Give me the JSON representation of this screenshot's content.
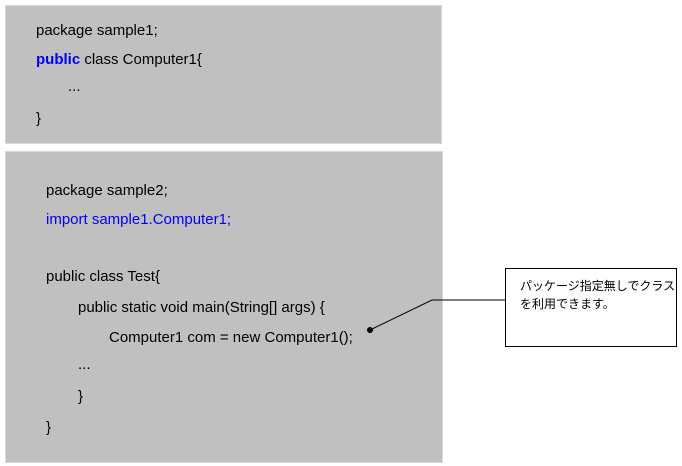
{
  "block1": {
    "line1": "package sample1;",
    "kw_public": "public",
    "line2_rest": " class Computer1{",
    "line3": "...",
    "line4": "}"
  },
  "block2": {
    "line1": "package sample2;",
    "line2": "import sample1.Computer1;",
    "line3": "public class Test{",
    "line4": "public static void main(String[] args) {",
    "line5": "Computer1 com = new Computer1();",
    "line6": "...",
    "line7": "}",
    "line8": "}"
  },
  "callout": {
    "text": "パッケージ指定無しでクラスを利用できます。"
  },
  "colors": {
    "keyword": "#0000ff",
    "background": "#c0c0c0"
  }
}
